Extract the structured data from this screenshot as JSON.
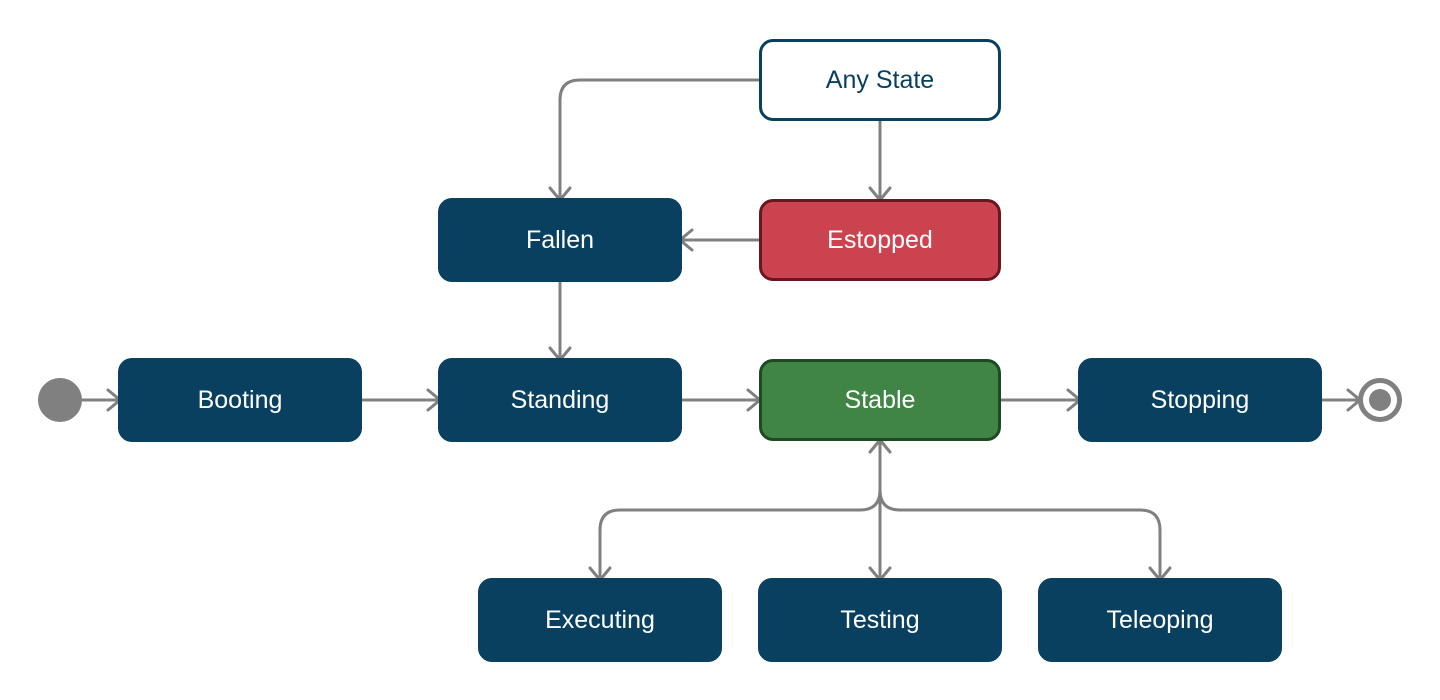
{
  "colors": {
    "state": "#0a405f",
    "estopped_fill": "#cc4350",
    "estopped_border": "#6a1620",
    "stable_fill": "#418546",
    "stable_border": "#1d4a22",
    "edge": "#808080",
    "pseudo_state": "#808080"
  },
  "states": {
    "any_state": "Any State",
    "fallen": "Fallen",
    "estopped": "Estopped",
    "booting": "Booting",
    "standing": "Standing",
    "stable": "Stable",
    "stopping": "Stopping",
    "executing": "Executing",
    "testing": "Testing",
    "teleoping": "Teleoping"
  },
  "transitions": [
    {
      "from": "initial",
      "to": "booting"
    },
    {
      "from": "booting",
      "to": "standing"
    },
    {
      "from": "standing",
      "to": "stable"
    },
    {
      "from": "stable",
      "to": "stopping"
    },
    {
      "from": "stopping",
      "to": "final"
    },
    {
      "from": "any_state",
      "to": "fallen"
    },
    {
      "from": "any_state",
      "to": "estopped"
    },
    {
      "from": "estopped",
      "to": "fallen"
    },
    {
      "from": "fallen",
      "to": "standing"
    },
    {
      "from": "stable",
      "to": "executing",
      "bidirectional": true
    },
    {
      "from": "stable",
      "to": "testing",
      "bidirectional": true
    },
    {
      "from": "stable",
      "to": "teleoping",
      "bidirectional": true
    }
  ]
}
